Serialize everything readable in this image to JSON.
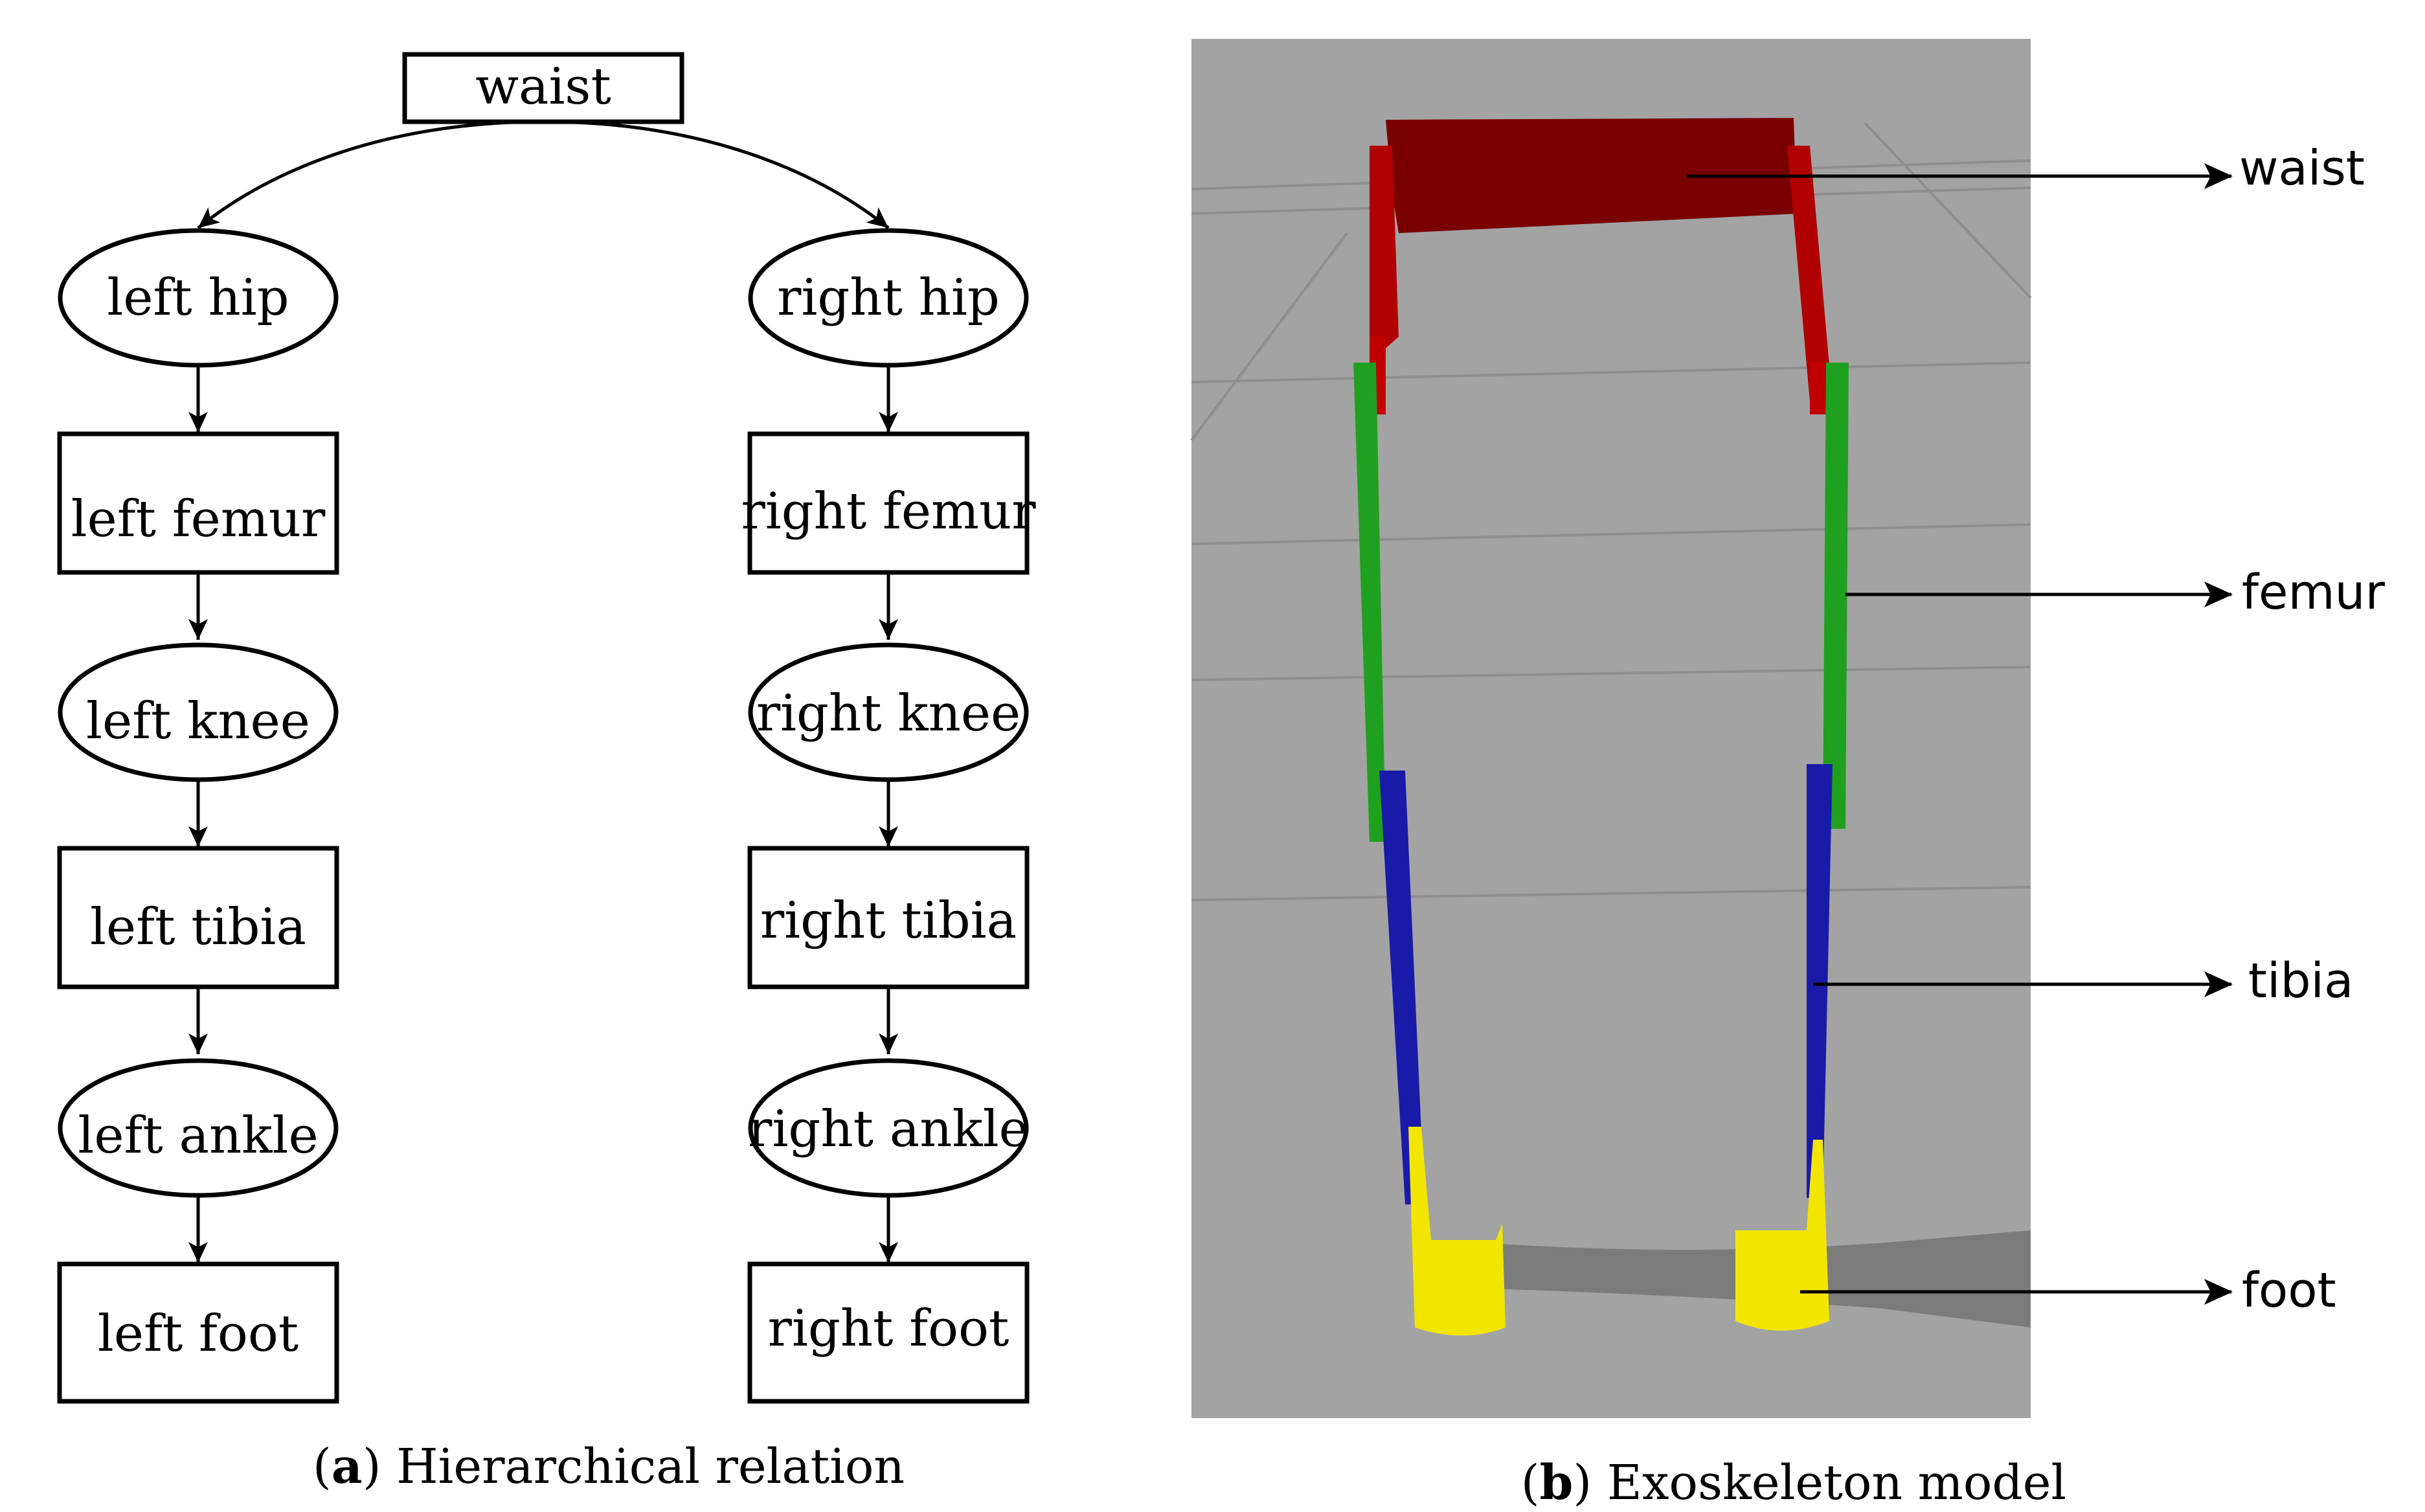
{
  "panel_a": {
    "root": "waist",
    "left_chain": [
      "left hip",
      "left femur",
      "left knee",
      "left tibia",
      "left ankle",
      "left foot"
    ],
    "right_chain": [
      "right hip",
      "right femur",
      "right knee",
      "right tibia",
      "right ankle",
      "right foot"
    ],
    "caption_letter": "a",
    "caption_text": ") Hierarchical relation",
    "caption_open": "("
  },
  "panel_b": {
    "labels": {
      "waist": "waist",
      "femur": "femur",
      "tibia": "tibia",
      "foot": "foot"
    },
    "caption_letter": "b",
    "caption_text": ") Exoskeleton model",
    "caption_open": "(",
    "colors": {
      "waist": "#8b0000",
      "femur": "#1fa01f",
      "tibia": "#1a1aa8",
      "foot": "#f2e600",
      "floor": "#a3a3a3"
    }
  }
}
